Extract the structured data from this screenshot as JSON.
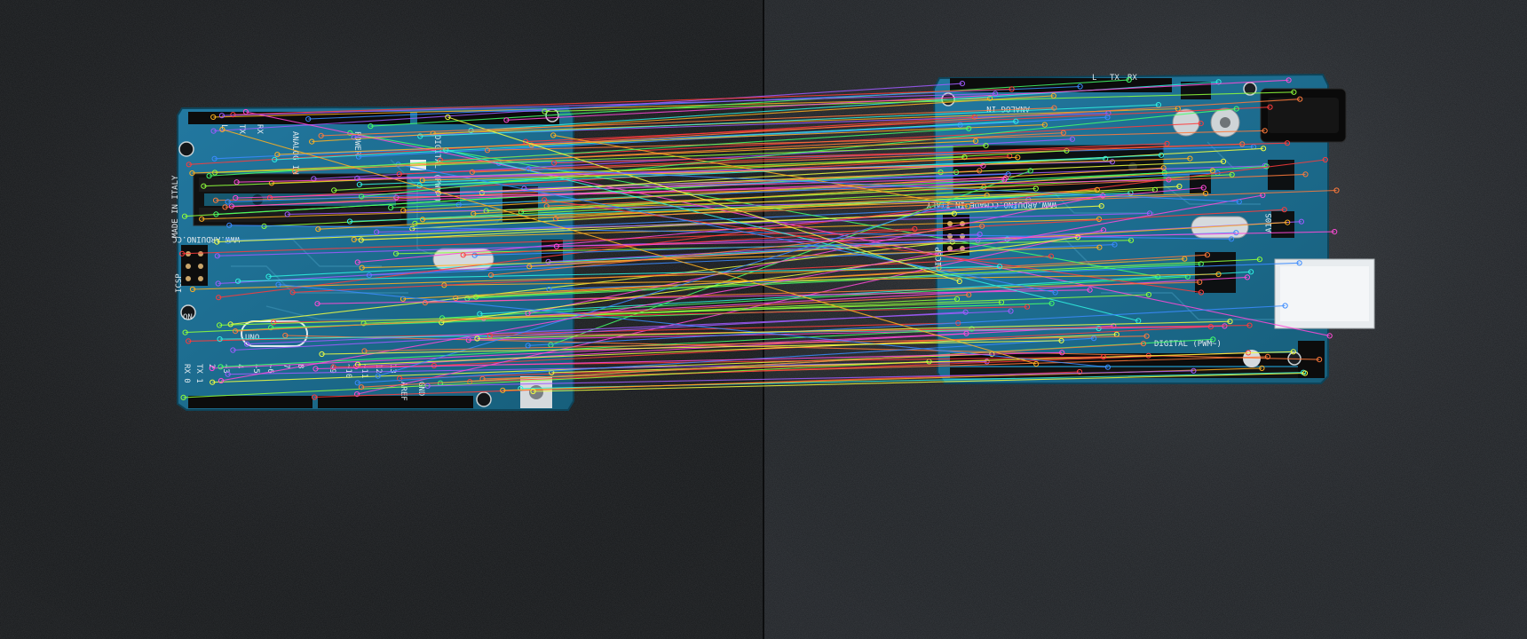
{
  "scene": {
    "panels": [
      {
        "name": "left-view",
        "board": {
          "silkscreen": [
            "MADE IN ITALY",
            "WWW.ARDUINO.CC",
            "UNO",
            "ON",
            "ICSP",
            "L",
            "TX",
            "RX",
            "ANALOG IN",
            "POWER",
            "DIGITAL (PWM~)",
            "AREF",
            "GND",
            "13",
            "12",
            "~11",
            "~10",
            "~9",
            "8",
            "7",
            "~6",
            "~5",
            "4",
            "~3",
            "2",
            "TX 1",
            "RX 0"
          ]
        }
      },
      {
        "name": "right-view",
        "board": {
          "silkscreen": [
            "WWW.ARDUINO.CC",
            "MADE IN ITALY",
            "ANALOG IN",
            "ICSP",
            "L",
            "TX",
            "RX",
            "DIGITAL (PWM~)",
            "A10S"
          ]
        }
      }
    ],
    "colors": {
      "background": "#141618",
      "background_right": "#1d2024",
      "pcb": "#1e6b86",
      "pcb_dark": "#134c62",
      "header": "#0c0c0c",
      "chip": "#0d1012",
      "usb": "#e8ecef",
      "crystal": "#d6dadd",
      "silkscreen": "#dfe9ee",
      "match_palette": [
        "#ff3b3b",
        "#ffb020",
        "#f0ff40",
        "#44ff6a",
        "#2ff0e0",
        "#3b8bff",
        "#a05bff",
        "#ff4ad8",
        "#ff7a3b",
        "#8fff3b"
      ]
    },
    "matches": {
      "count": 160,
      "seed": 7
    }
  }
}
